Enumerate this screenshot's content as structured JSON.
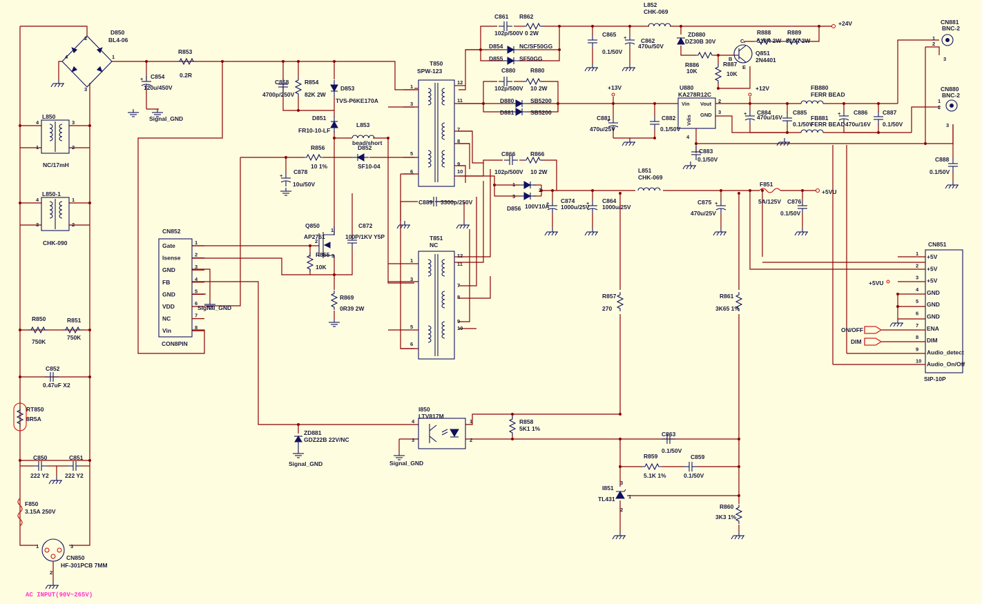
{
  "inputs": {
    "ac_input": "AC INPUT(90V~265V)",
    "cn850": "CN850",
    "cn850_val": "HF-301PCB 7MM"
  },
  "components": {
    "d850": "D850",
    "d850_val": "BL4-06",
    "r853": "R853",
    "r853_val": "0.2R",
    "c854": "C854",
    "c854_val": "120u/450V",
    "sig_gnd": "Signal_GND",
    "l850": "L850",
    "l850_val": "NC/17mH",
    "l8501": "L850-1",
    "l8501_val": "CHK-090",
    "r850": "R850",
    "r850_val": "750K",
    "r851": "R851",
    "r851_val": "750K",
    "c852": "C852",
    "c852_val": "0.47uF X2",
    "rt850": "RT850",
    "rt850_val": "8R5A",
    "c850": "C850",
    "c850_val": "222 Y2",
    "c851": "C851",
    "c851_val": "222 Y2",
    "f850": "F850",
    "f850_val": "3.15A 250V",
    "c858": "C858",
    "c858_val": "4700p/250V",
    "r854": "R854",
    "r854_val": "82K 2W",
    "d853": "D853",
    "d853_val": "TVS-P6KE170A",
    "d851": "D851",
    "d851_val": "FR10-10-LF",
    "l853": "L853",
    "l853_val": "bead/short",
    "r856": "R856",
    "r856_val": "10 1%",
    "d852": "D852",
    "d852_val": "SF10-04",
    "c878": "C878",
    "c878_val": "10u/50V",
    "cn852": "CN852",
    "cn852_name": "CON8PIN",
    "q850": "Q850",
    "q850_val": "AP2761",
    "r855": "R855",
    "r855_val": "10K",
    "r869": "R869",
    "r869_val": "0R39 2W",
    "c872": "C872",
    "c872_val": "100P/1KV Y5P",
    "zd881": "ZD881",
    "zd881_val": "GDZ22B 22V/NC",
    "t850": "T850",
    "t850_val": "SPW-123",
    "t851": "T851",
    "t851_val": "NC",
    "c889": "C889",
    "c889_val": "3300p/250V",
    "i850": "I850",
    "i850_val": "LTV817M",
    "r858": "R858",
    "r858_val": "5K1 1%",
    "c861": "C861",
    "c861_val": "102p/500V",
    "r862": "R862",
    "r862_val": "0 2W",
    "d854": "D854",
    "d854_val": "NC/SF50GG",
    "d855": "D855",
    "d855_val": "SF50GG",
    "c880": "C880",
    "c880_val": "102p/500V",
    "r880": "R880",
    "r880_val": "10 2W",
    "d880": "D880",
    "d880_val": "SB5200",
    "d881": "D881",
    "d881_val": "SB5200",
    "c866": "C866",
    "c866_val": "102p/500V",
    "r866": "R866",
    "r866_val": "10 2W",
    "d856": "D856",
    "d856_val": "100V10A",
    "c874": "C874",
    "c874_val": "1000u/25V",
    "c864": "C864",
    "c864_val": "1000u/25V",
    "l852": "L852",
    "l852_val": "CHK-069",
    "c865": "C865",
    "c865_val": "0.1/50V",
    "c862": "C862",
    "c862_val": "470u/50V",
    "zd880": "ZD880",
    "zd880_val": "DZ30B 30V",
    "r886": "R886",
    "r886_val": "10K",
    "r887": "R887",
    "r887_val": "10K",
    "r888": "R888",
    "r888_val": "510R 2W",
    "r889": "R889",
    "r889_val": "510R 2W",
    "q851": "Q851",
    "q851_val": "2N4401",
    "u880": "U880",
    "u880_val": "KA278R12C",
    "c881": "C881",
    "c881_val": "470u/25V",
    "c882": "C882",
    "c882_val": "0.1/50V",
    "c883": "C883",
    "c883_val": "0.1/50V",
    "c884": "C884",
    "c884_val": "470u/16V",
    "c885": "C885",
    "c885_val": "0.1/50V",
    "c886": "C886",
    "c886_val": "470u/16V",
    "c887": "C887",
    "c887_val": "0.1/50V",
    "fb880": "FB880",
    "fb880_val": "FERR BEAD",
    "fb881": "FB881",
    "fb881_val": "FERR BEAD",
    "l851": "L851",
    "l851_val": "CHK-069",
    "c875": "C875",
    "c875_val": "470u/25V",
    "f851": "F851",
    "f851_val": "5A/125V",
    "c876": "C876",
    "c876_val": "0.1/50V",
    "r857": "R857",
    "r857_val": "270",
    "r861": "R861",
    "r861_val": "3K65 1%",
    "c863": "C863",
    "c863_val": "0.1/50V",
    "r859": "R859",
    "r859_val": "5.1K 1%",
    "c859": "C859",
    "c859_val": "0.1/50V",
    "i851": "I851",
    "i851_val": "TL431",
    "r860": "R860",
    "r860_val": "3K3 1%",
    "cn881": "CN881",
    "cn881_val": "BNC-2",
    "cn880": "CN880",
    "cn880_val": "BNC-2",
    "c888": "C888",
    "c888_val": "0.1/50V",
    "cn851": "CN851",
    "cn851_name": "SIP-10P"
  },
  "rails": {
    "v24": "+24V",
    "v13": "+13V",
    "v12": "+12V",
    "v5vu": "+5VU",
    "v5vu_in": "+5VU"
  },
  "ic_pins": {
    "u880_vin": "Vin",
    "u880_vout": "Vout",
    "u880_gnd": "GND",
    "u880_vdis": "Vdis"
  },
  "cn852_pins": [
    {
      "num": "1",
      "label": "Gate"
    },
    {
      "num": "2",
      "label": "Isense"
    },
    {
      "num": "3",
      "label": "GND"
    },
    {
      "num": "4",
      "label": "FB"
    },
    {
      "num": "5",
      "label": "GND"
    },
    {
      "num": "6",
      "label": "VDD"
    },
    {
      "num": "7",
      "label": "NC"
    },
    {
      "num": "8",
      "label": "Vin"
    }
  ],
  "cn851_pins": [
    {
      "num": "1",
      "label": "+5V"
    },
    {
      "num": "2",
      "label": "+5V"
    },
    {
      "num": "3",
      "label": "+5V"
    },
    {
      "num": "4",
      "label": "GND"
    },
    {
      "num": "5",
      "label": "GND"
    },
    {
      "num": "6",
      "label": "GND"
    },
    {
      "num": "7",
      "label": "ENA"
    },
    {
      "num": "8",
      "label": "DIM"
    },
    {
      "num": "9",
      "label": "Audio_detect"
    },
    {
      "num": "10",
      "label": "Audio_On/Off"
    }
  ],
  "signals": {
    "on_off": "ON/OFF",
    "dim": "DIM"
  },
  "transistor_pins": {
    "c": "C",
    "b": "B",
    "e": "E"
  }
}
